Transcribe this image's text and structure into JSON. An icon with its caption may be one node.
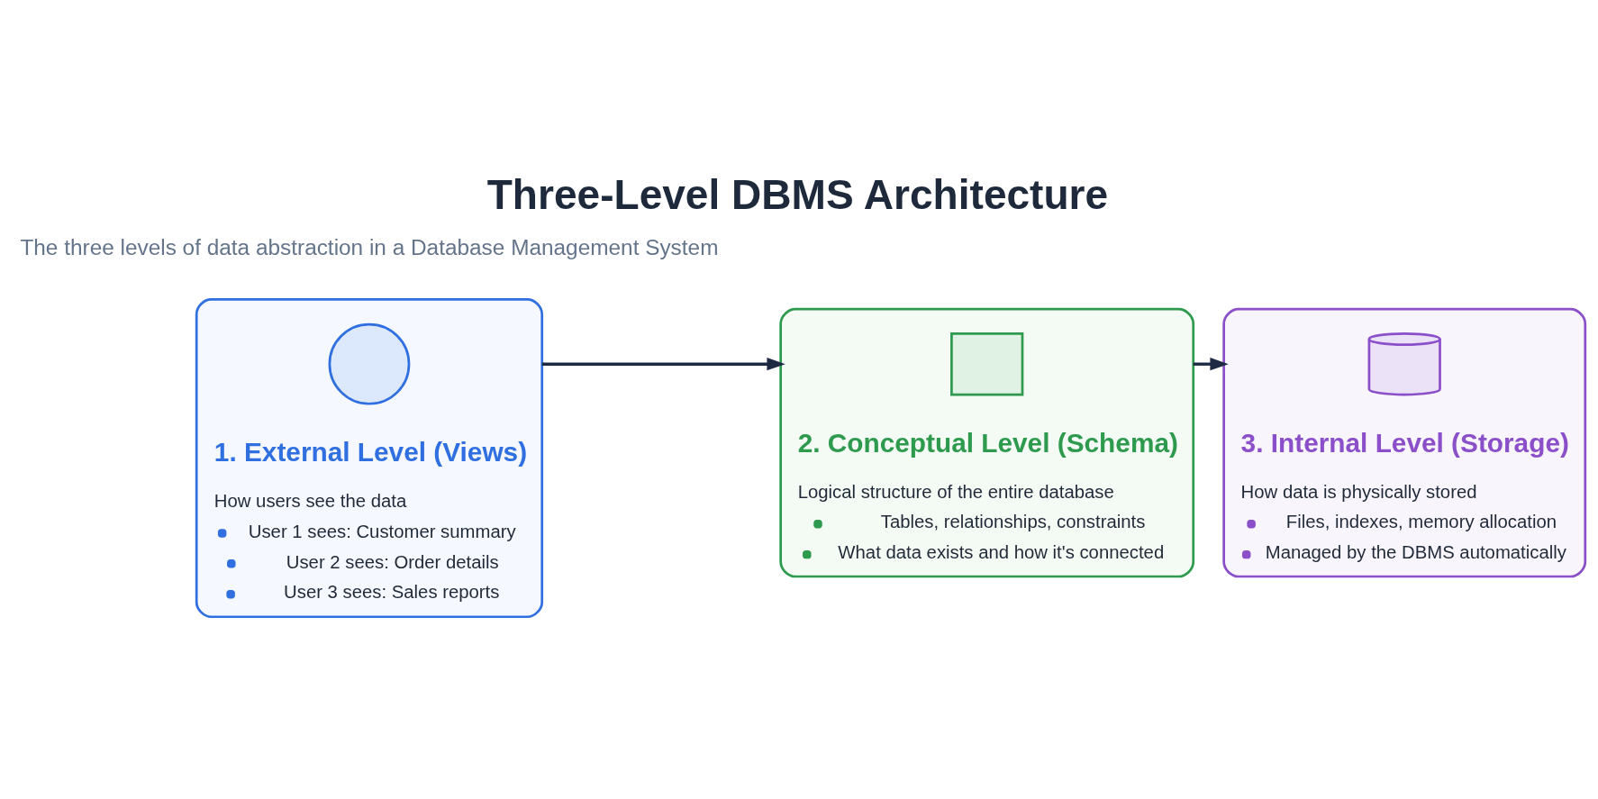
{
  "diagram": {
    "title": "Three-Level DBMS Architecture",
    "nodes": [
      {
        "text": [
          "1. External Level (Views)",
          "How users see the data",
          "User 1 sees: Customer summary",
          "User 2 sees: Order details",
          "User 3 sees: Sales reports"
        ]
      },
      {
        "text": [],
        "shape": "person",
        "in": 0
      },
      {
        "text": [
          "2. Conceptual Level (Schema)",
          "Logical structure of the entire database",
          "Tables, relationships, constraints",
          "What data exists and how it's connected"
        ]
      },
      {
        "text": [],
        "shape": "box",
        "in": 2
      },
      {
        "text": [
          "3. Internal Level (Storage)",
          "How data is physically stored",
          "Files, indexes, memory allocation",
          "Managed by the DBMS automatically"
        ]
      },
      {
        "text": [],
        "shape": "cylinder",
        "in": 4
      }
    ],
    "edges": [
      {
        "from": 0,
        "to": 2,
        "arrow": "to"
      },
      {
        "from": 2,
        "to": 4,
        "arrow": "to"
      }
    ],
    "labels": [
      "The three levels of data abstraction in a Database Management System"
    ]
  }
}
